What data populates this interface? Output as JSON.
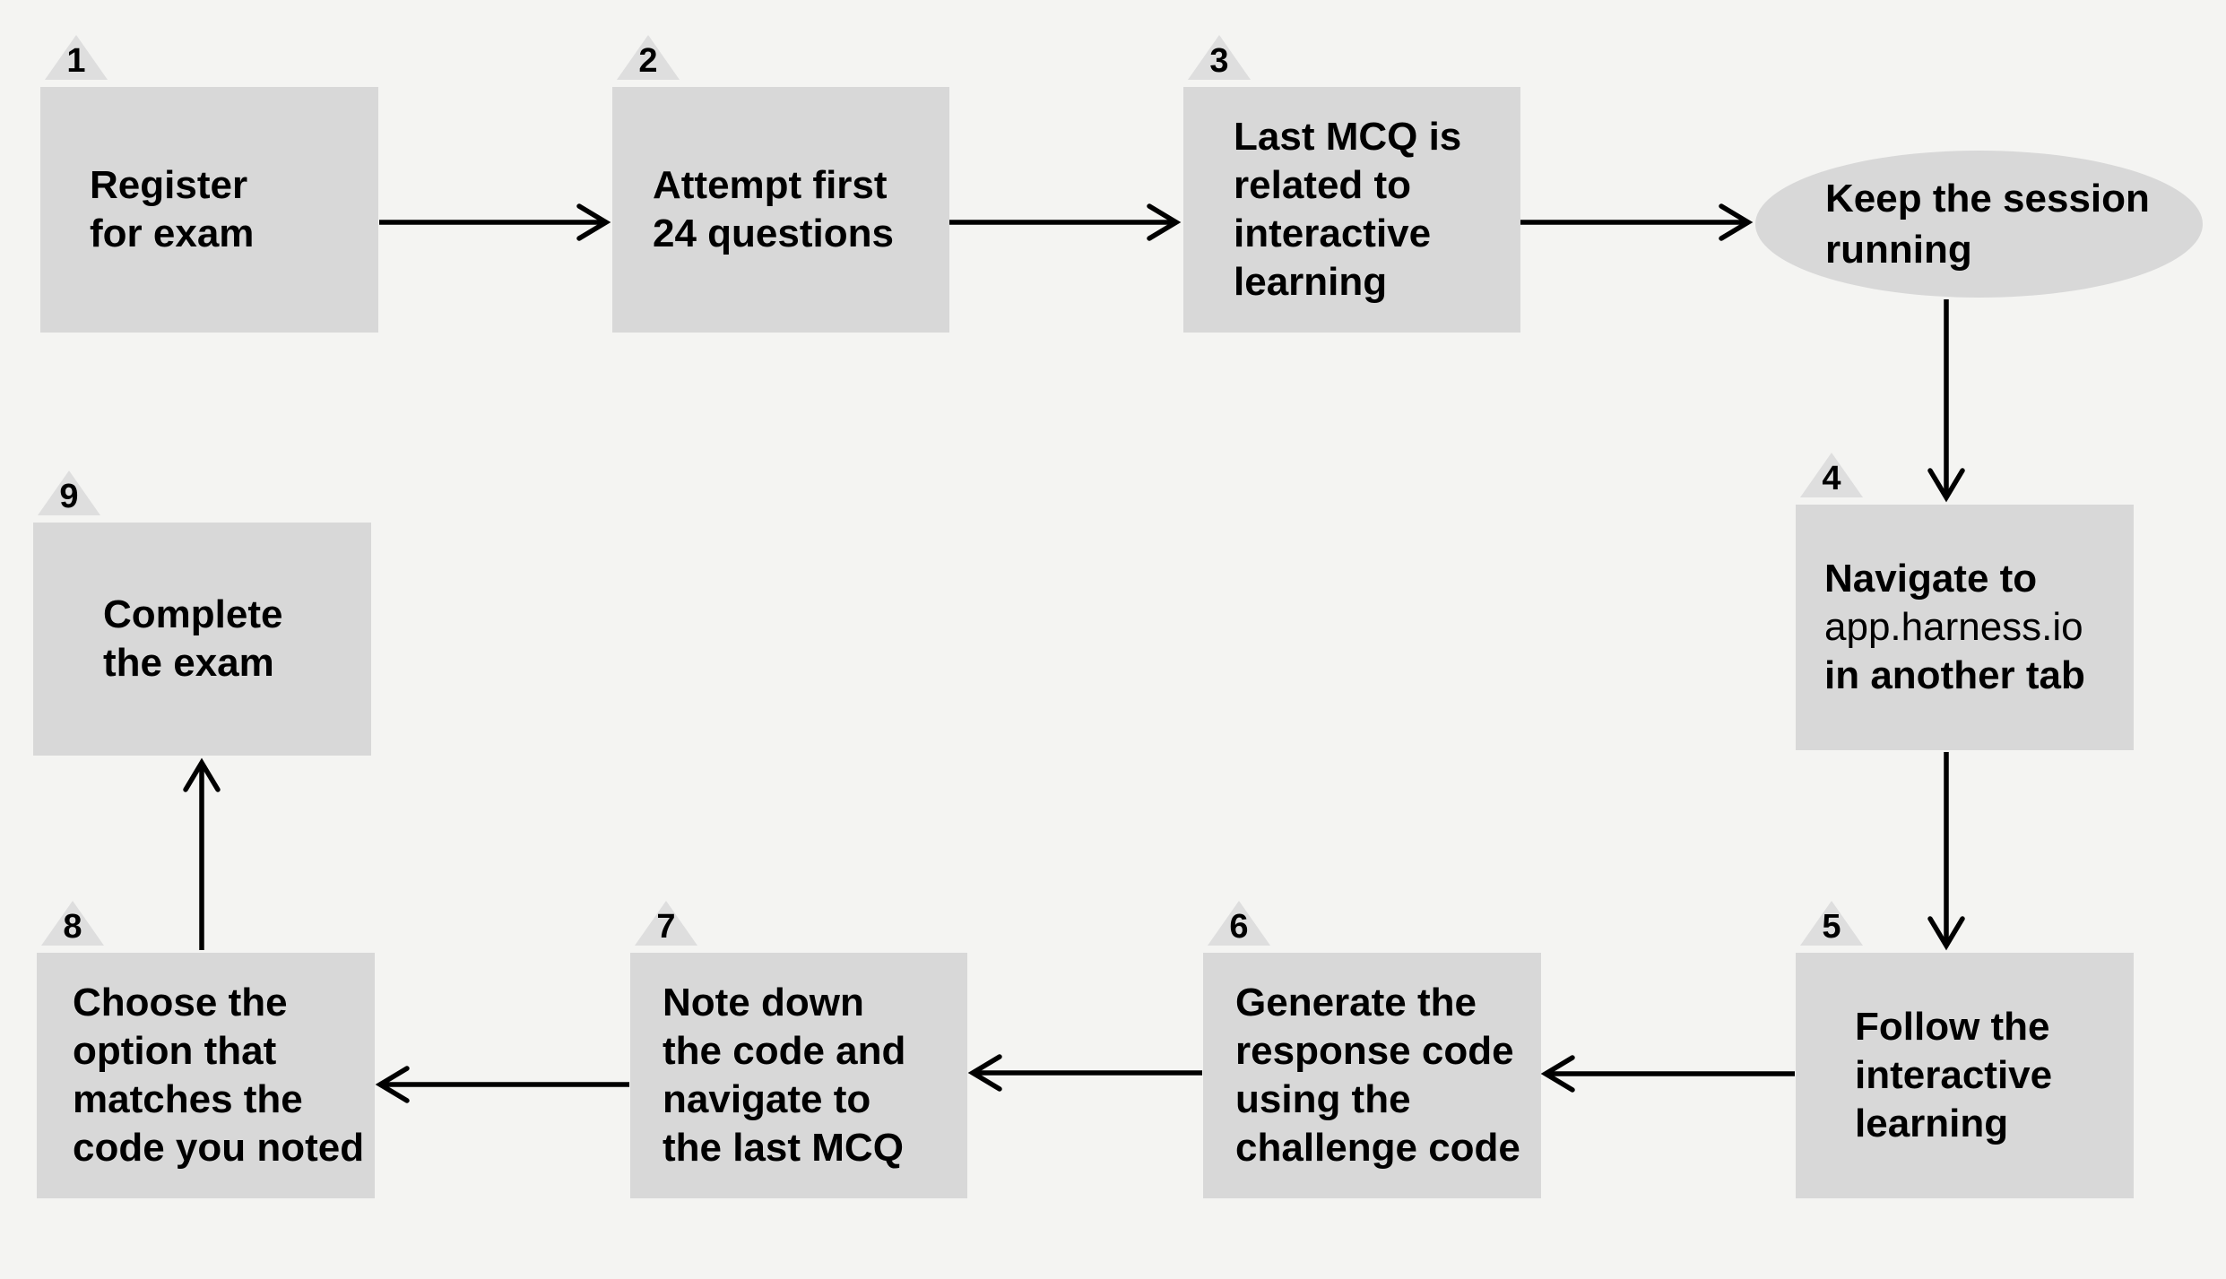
{
  "diagram": {
    "description": "Exam flowchart with nine numbered steps and one session state",
    "background_color": "#f4f4f2",
    "node_fill_color": "#d8d8d8",
    "marker_fill_color": "#dedede",
    "text_color": "#000000",
    "arrow_color": "#000000"
  },
  "nodes": [
    {
      "number": "1",
      "shape": "rect",
      "lines": [
        "Register",
        "for exam"
      ]
    },
    {
      "number": "2",
      "shape": "rect",
      "lines": [
        "Attempt first",
        "24 questions"
      ]
    },
    {
      "number": "3",
      "shape": "rect",
      "lines": [
        "Last MCQ is",
        "related to",
        "interactive",
        "learning"
      ]
    },
    {
      "number": "",
      "shape": "ellipse",
      "lines": [
        "Keep the session",
        "running"
      ]
    },
    {
      "number": "4",
      "shape": "rect",
      "lines": [
        "Navigate to",
        "app.harness.io",
        "in another tab"
      ]
    },
    {
      "number": "5",
      "shape": "rect",
      "lines": [
        "Follow the",
        "interactive",
        "learning"
      ]
    },
    {
      "number": "6",
      "shape": "rect",
      "lines": [
        "Generate the",
        "response code",
        "using the",
        "challenge code"
      ]
    },
    {
      "number": "7",
      "shape": "rect",
      "lines": [
        "Note down",
        "the code and",
        "navigate to",
        "the last MCQ"
      ]
    },
    {
      "number": "8",
      "shape": "rect",
      "lines": [
        "Choose the",
        "option that",
        "matches the",
        "code you noted"
      ]
    },
    {
      "number": "9",
      "shape": "rect",
      "lines": [
        "Complete",
        "the exam"
      ]
    }
  ]
}
